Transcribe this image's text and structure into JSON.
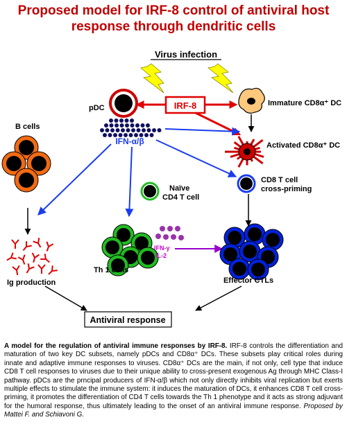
{
  "title": {
    "line1": "Proposed model for IRF-8 control of antiviral host",
    "line2": "response through dendritic cells"
  },
  "diagram": {
    "virus_infection": "Virus infection",
    "irf8": "IRF-8",
    "pdc": "pDC",
    "immature_dc": "Immature CD8α⁺ DC",
    "activated_dc": "Activated CD8α⁺ DC",
    "b_cells": "B cells",
    "ifn_ab": "IFN-α/β",
    "cd8_crosspriming_1": "CD8 T cell",
    "cd8_crosspriming_2": "cross-priming",
    "naive_1": "Naïve",
    "naive_2": "CD4 T cell",
    "ifn_gamma": "IFN-γ",
    "il2": "IL-2",
    "th1_cells": "Th 1 cells",
    "ig_production": "Ig production",
    "effector_ctls": "Effector CTLs",
    "antiviral_response": "Antiviral response"
  },
  "caption": {
    "heading": "A model for the regulation of antiviral immune responses by IRF-8.",
    "body": " IRF-8 controls the differentiation and maturation of two key DC subsets, namely pDCs and CD8α⁺ DCs. These subsets play critical roles during innate and adaptive immune responses to viruses. CD8α⁺ DCs are the main, if not only, cell type that induce CD8 T cell responses to viruses due to their unique ability to cross-present exogenous Ag through MHC Class-I pathway. pDCs are the prncipal producers of IFN-α/β which not only directly inhibits viral replication but exerts multiple effects to stimulate the immune system: it induces the maturation of DCs, it enhances CD8 T cell cross-priming, it promotes the differentiation of CD4 T cells towards the Th 1 phenotype and it acts as strong adjuvant for the humoral response, thus ultimately leading to the onset of an antiviral immune response. ",
    "credit": "Proposed by Mattei F. and Schiavoni G."
  },
  "colors": {
    "title": "#c00000",
    "irf8": "#e00000",
    "ifn_arrows": "#1a3cf0",
    "lightning": "#ffff00",
    "cytokine_arrow": "#9900cc",
    "b_cell": "#f26a12",
    "th1_cell": "#22bb22",
    "ctl_cell": "#0022dd",
    "antibody": "#e00000",
    "ifn_dots": "#101060",
    "cytokine_dots": "#9933aa"
  }
}
